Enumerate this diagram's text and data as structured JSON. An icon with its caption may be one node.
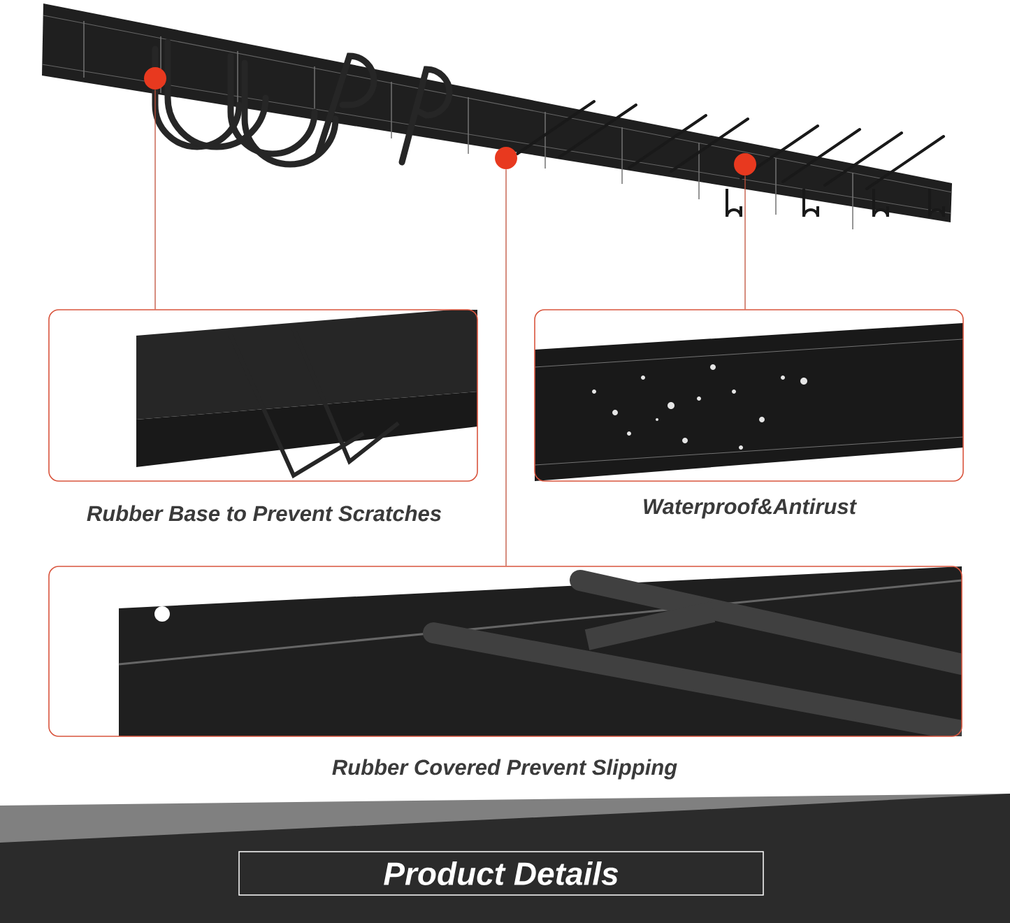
{
  "diagram": {
    "title": "Product Details",
    "nodes": [
      {
        "text": [],
        "shape": "circle"
      },
      {
        "text": [],
        "shape": "circle"
      },
      {
        "text": [],
        "shape": "circle"
      },
      {
        "text": [],
        "shape": "picture",
        "beside": [
          "Rubber Base to Prevent Scratches"
        ]
      },
      {
        "text": [],
        "shape": "picture",
        "beside": [
          "Waterproof&Antirust"
        ]
      },
      {
        "text": [],
        "shape": "picture",
        "beside": [
          "Rubber Covered Prevent Slipping"
        ]
      }
    ],
    "edges": [
      {
        "from": 0,
        "to": 3,
        "arrow": "none"
      },
      {
        "from": 1,
        "to": 5,
        "arrow": "none"
      },
      {
        "from": 2,
        "to": 4,
        "arrow": "none"
      }
    ]
  }
}
